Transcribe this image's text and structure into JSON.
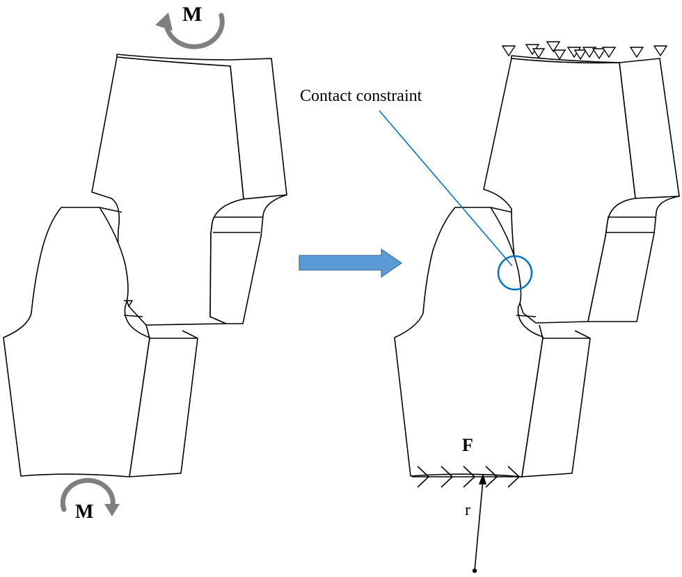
{
  "labels": {
    "moment_top": "M",
    "moment_bottom": "M",
    "contact": "Contact constraint",
    "force": "F",
    "radius": "r"
  },
  "colors": {
    "arrow_fill": "#5b9bd5",
    "arrow_stroke": "#41719c",
    "callout": "#0070c0",
    "moment_arrow": "#7f7f7f",
    "lines": "#000000"
  }
}
